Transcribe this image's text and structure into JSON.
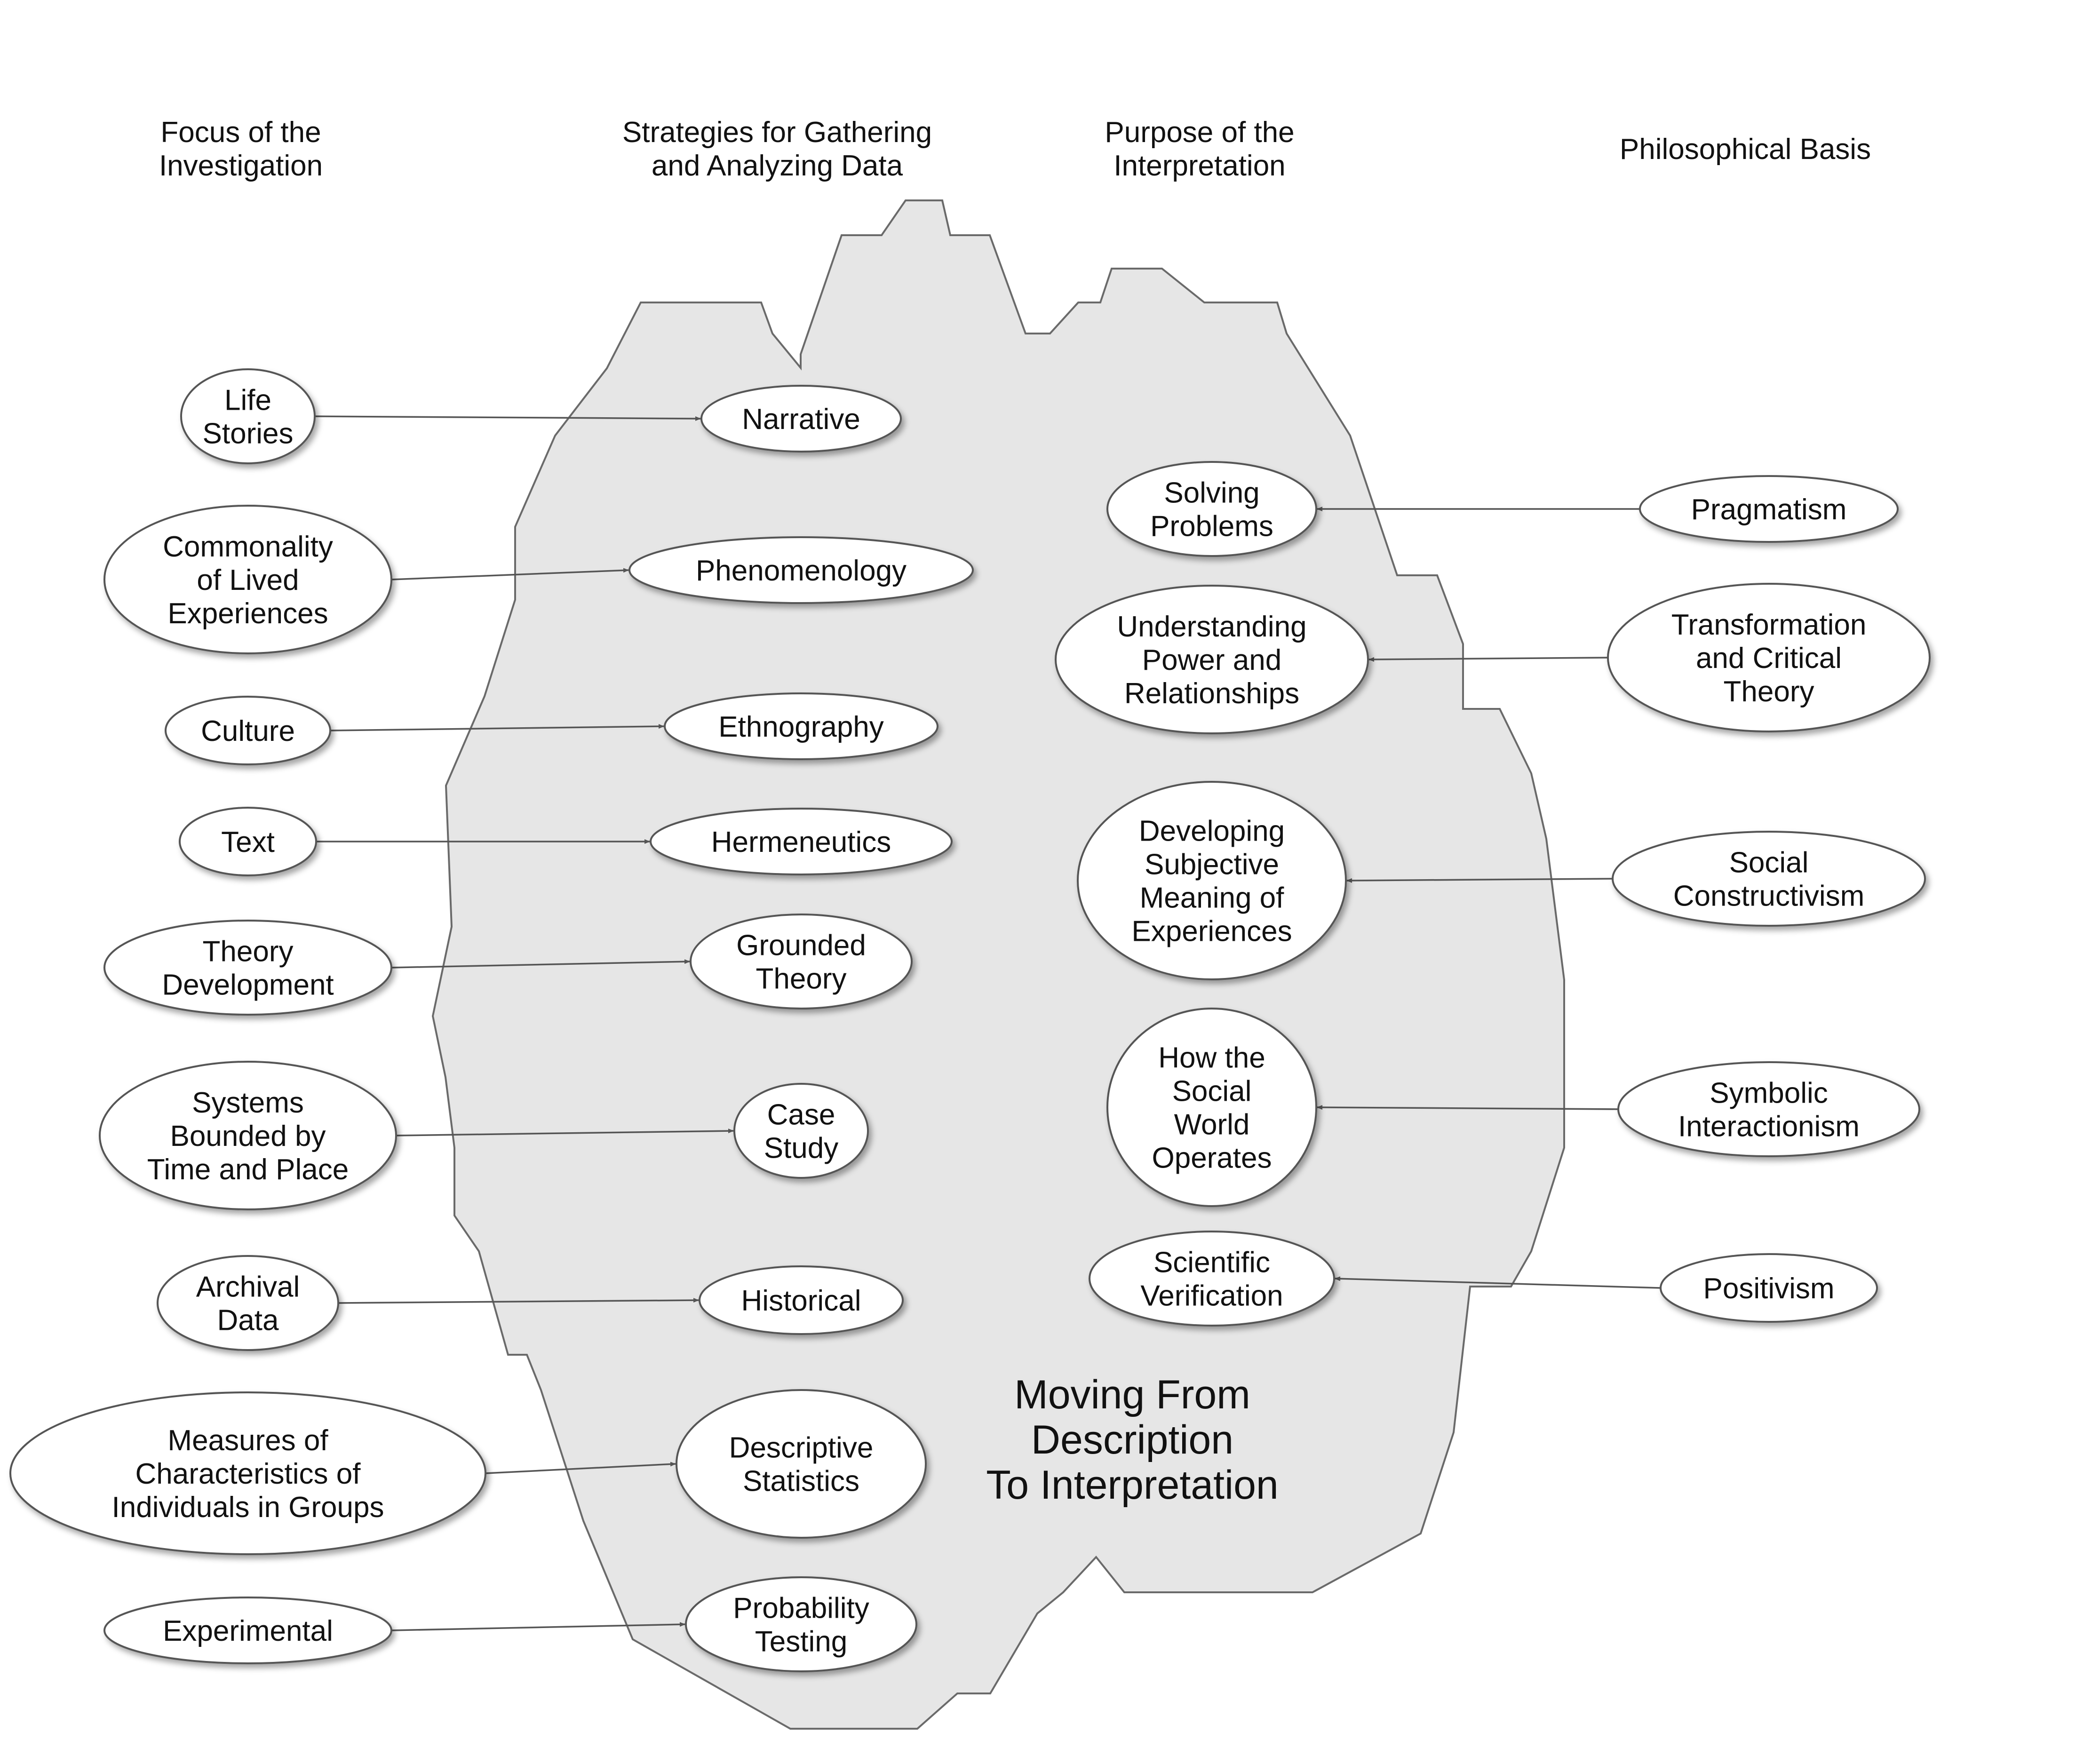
{
  "headers": {
    "focus": [
      "Focus of the",
      "Investigation"
    ],
    "strategies": [
      "Strategies for Gathering",
      "and Analyzing Data"
    ],
    "purpose": [
      "Purpose of the",
      "Interpretation"
    ],
    "philosophy": [
      "Philosophical Basis"
    ]
  },
  "center_label": [
    "Moving From",
    "Description",
    "To Interpretation"
  ],
  "left_rows": [
    {
      "focus": [
        "Life",
        "Stories"
      ],
      "strategy": [
        "Narrative"
      ]
    },
    {
      "focus": [
        "Commonality",
        "of Lived",
        "Experiences"
      ],
      "strategy": [
        "Phenomenology"
      ]
    },
    {
      "focus": [
        "Culture"
      ],
      "strategy": [
        "Ethnography"
      ]
    },
    {
      "focus": [
        "Text"
      ],
      "strategy": [
        "Hermeneutics"
      ]
    },
    {
      "focus": [
        "Theory",
        "Development"
      ],
      "strategy": [
        "Grounded",
        "Theory"
      ]
    },
    {
      "focus": [
        "Systems",
        "Bounded by",
        "Time and Place"
      ],
      "strategy": [
        "Case",
        "Study"
      ]
    },
    {
      "focus": [
        "Archival",
        "Data"
      ],
      "strategy": [
        "Historical"
      ]
    },
    {
      "focus": [
        "Measures of",
        "Characteristics of",
        "Individuals in Groups"
      ],
      "strategy": [
        "Descriptive",
        "Statistics"
      ]
    },
    {
      "focus": [
        "Experimental"
      ],
      "strategy": [
        "Probability",
        "Testing"
      ]
    }
  ],
  "right_rows": [
    {
      "purpose": [
        "Solving",
        "Problems"
      ],
      "philosophy": [
        "Pragmatism"
      ]
    },
    {
      "purpose": [
        "Understanding",
        "Power and",
        "Relationships"
      ],
      "philosophy": [
        "Transformation",
        "and Critical",
        "Theory"
      ]
    },
    {
      "purpose": [
        "Developing",
        "Subjective",
        "Meaning of",
        "Experiences"
      ],
      "philosophy": [
        "Social",
        "Constructivism"
      ]
    },
    {
      "purpose": [
        "How the",
        "Social",
        "World",
        "Operates"
      ],
      "philosophy": [
        "Symbolic",
        "Interactionism"
      ]
    },
    {
      "purpose": [
        "Scientific",
        "Verification"
      ],
      "philosophy": [
        "Positivism"
      ]
    }
  ]
}
